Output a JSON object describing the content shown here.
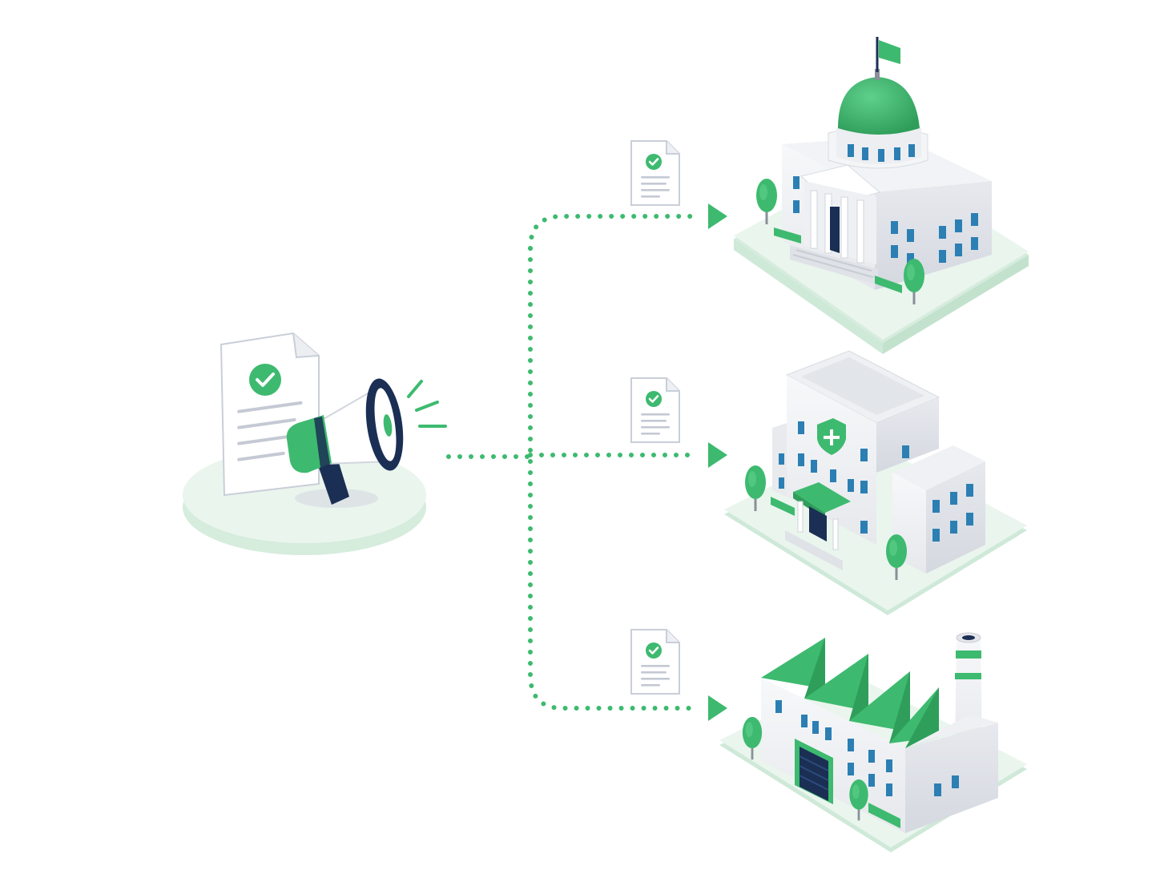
{
  "colors": {
    "accent": "#3dba6f",
    "accent_dark": "#2e9e5a",
    "platform": "#eaf5ee",
    "platform_edge": "#cfe9d8",
    "navy": "#1b2f55",
    "building_light": "#f4f5f7",
    "building_mid": "#e3e5ea",
    "building_dark": "#cfd3da",
    "window": "#2c7fb3",
    "doc_line": "#c4c9d4"
  },
  "source": {
    "icon": "megaphone-icon",
    "document_icon": "approved-document-icon"
  },
  "flow": {
    "connector": "dotted-line",
    "targets": [
      {
        "id": "government",
        "building_icon": "government-building-icon",
        "document_icon": "approved-document-icon"
      },
      {
        "id": "hospital",
        "building_icon": "hospital-building-icon",
        "document_icon": "approved-document-icon"
      },
      {
        "id": "factory",
        "building_icon": "factory-building-icon",
        "document_icon": "approved-document-icon"
      }
    ]
  }
}
